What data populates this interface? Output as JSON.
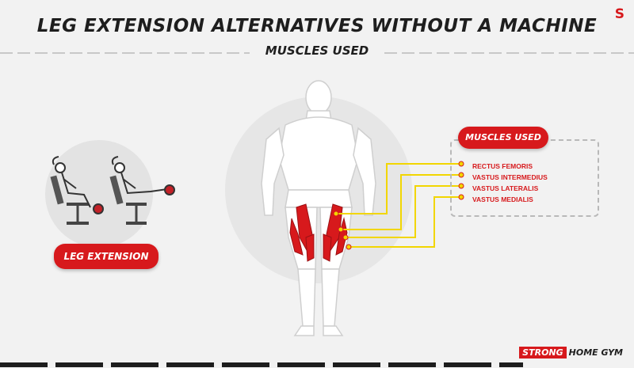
{
  "header": {
    "title": "LEG EXTENSION ALTERNATIVES WITHOUT A MACHINE",
    "subtitle": "MUSCLES USED",
    "logo_mark": "S"
  },
  "exercise": {
    "label": "LEG EXTENSION"
  },
  "muscles_panel": {
    "title": "MUSCLES USED",
    "items": [
      "RECTUS FEMORIS",
      "VASTUS INTERMEDIUS",
      "VASTUS LATERALIS",
      "VASTUS MEDIALIS"
    ]
  },
  "brand": {
    "strong": "STRONG",
    "rest": "HOME GYM"
  },
  "colors": {
    "accent": "#d7191c",
    "connector": "#f2d600",
    "dark": "#1e1e1e"
  }
}
